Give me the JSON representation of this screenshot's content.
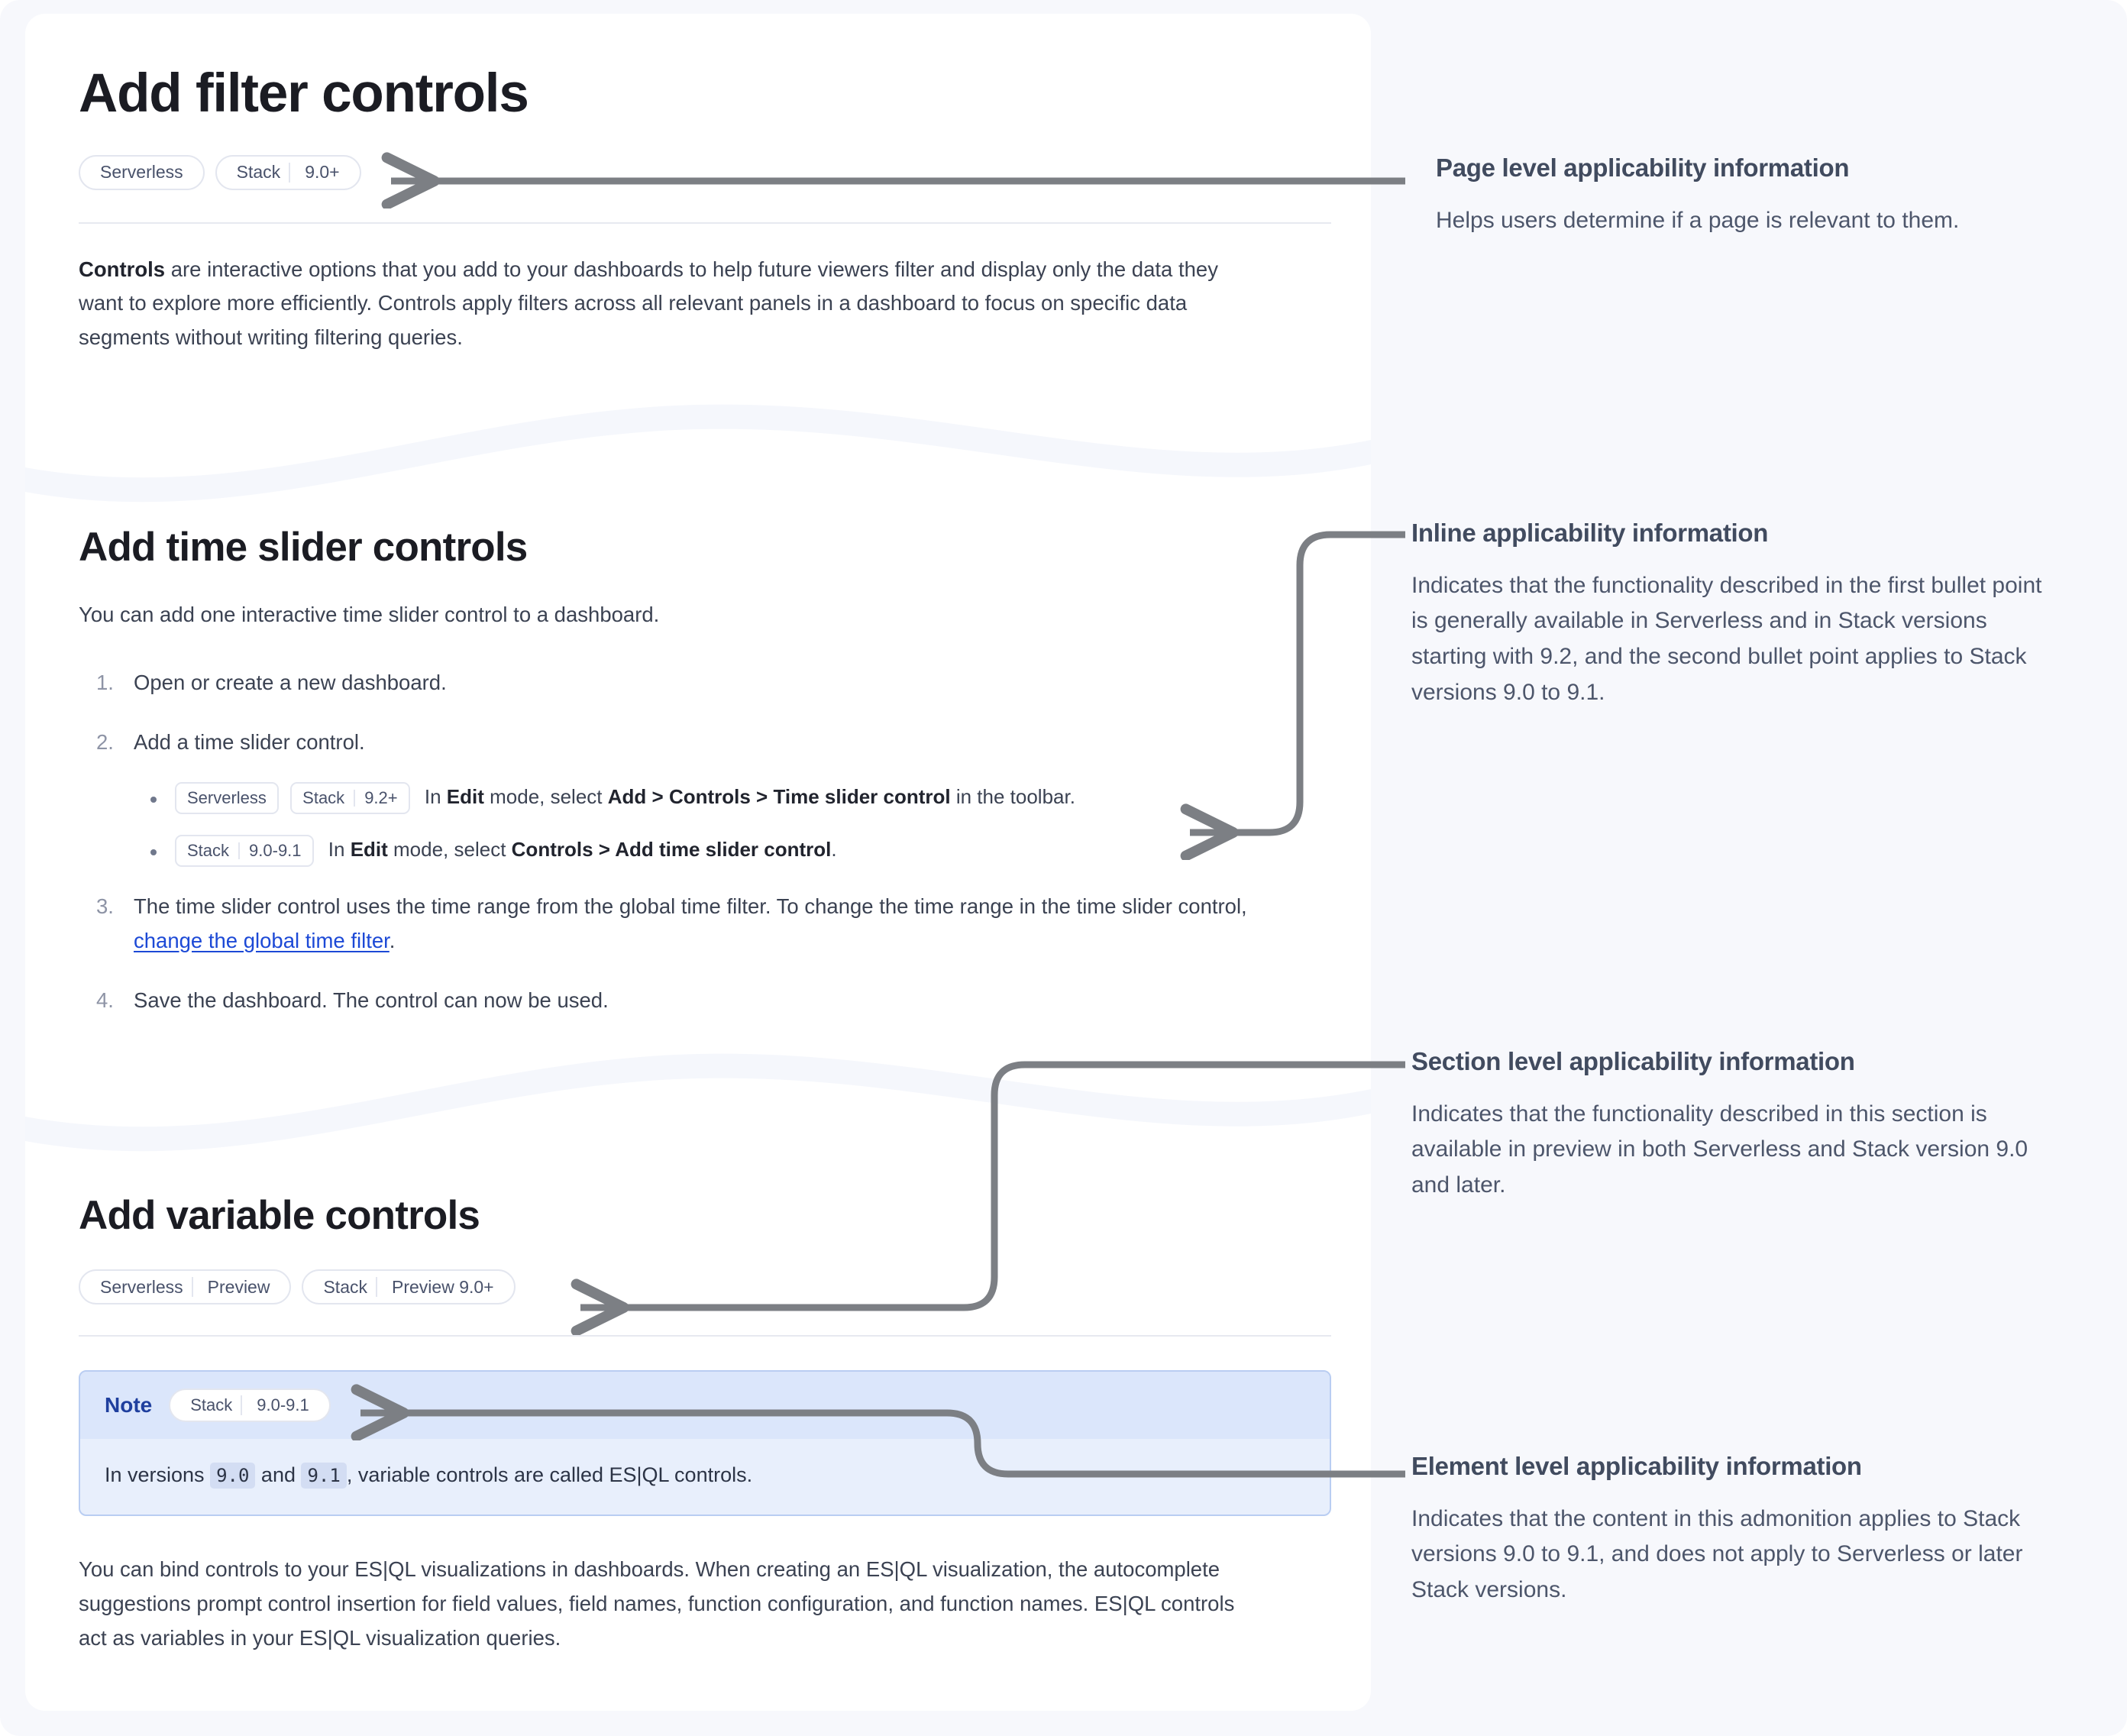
{
  "page": {
    "title": "Add filter controls",
    "applicability": [
      {
        "type": "pill",
        "segments": [
          "Serverless"
        ]
      },
      {
        "type": "pill",
        "segments": [
          "Stack",
          "9.0+"
        ]
      }
    ],
    "intro_lead": "Controls",
    "intro_rest": " are interactive options that you add to your dashboards to help future viewers filter and display only the data they want to explore more efficiently. Controls apply filters across all relevant panels in a dashboard to focus on specific data segments without writing filtering queries."
  },
  "section_time_slider": {
    "heading": "Add time slider controls",
    "lead": "You can add one interactive time slider control to a dashboard.",
    "steps": [
      {
        "text": "Open or create a new dashboard."
      },
      {
        "text": "Add a time slider control.",
        "bullets": [
          {
            "tags": [
              {
                "segments": [
                  "Serverless"
                ]
              },
              {
                "segments": [
                  "Stack",
                  "9.2+"
                ]
              }
            ],
            "parts": [
              {
                "t": "In ",
                "b": false
              },
              {
                "t": "Edit",
                "b": true
              },
              {
                "t": " mode, select ",
                "b": false
              },
              {
                "t": "Add",
                "b": true
              },
              {
                "t": " > ",
                "b": true
              },
              {
                "t": "Controls",
                "b": true
              },
              {
                "t": " > ",
                "b": true
              },
              {
                "t": "Time slider control",
                "b": true
              },
              {
                "t": " in the toolbar.",
                "b": false
              }
            ]
          },
          {
            "tags": [
              {
                "segments": [
                  "Stack",
                  "9.0-9.1"
                ]
              }
            ],
            "parts": [
              {
                "t": "In ",
                "b": false
              },
              {
                "t": "Edit",
                "b": true
              },
              {
                "t": " mode, select ",
                "b": false
              },
              {
                "t": "Controls",
                "b": true
              },
              {
                "t": " > ",
                "b": true
              },
              {
                "t": "Add time slider control",
                "b": true
              },
              {
                "t": ".",
                "b": false
              }
            ]
          }
        ]
      },
      {
        "text_before_link": "The time slider control uses the time range from the global time filter. To change the time range in the time slider control, ",
        "link_text": "change the global time filter",
        "text_after_link": "."
      },
      {
        "text": "Save the dashboard. The control can now be used."
      }
    ]
  },
  "section_variable": {
    "heading": "Add variable controls",
    "applicability": [
      {
        "segments": [
          "Serverless",
          "Preview"
        ]
      },
      {
        "segments": [
          "Stack",
          "Preview 9.0+"
        ]
      }
    ],
    "note": {
      "label": "Note",
      "tag": {
        "segments": [
          "Stack",
          "9.0-9.1"
        ]
      },
      "body_parts": [
        {
          "t": "In versions ",
          "code": false
        },
        {
          "t": "9.0",
          "code": true
        },
        {
          "t": " and ",
          "code": false
        },
        {
          "t": "9.1",
          "code": true
        },
        {
          "t": ", variable controls are called ES|QL controls.",
          "code": false
        }
      ]
    },
    "paragraph": "You can bind controls to your ES|QL visualizations in dashboards. When creating an ES|QL visualization, the autocomplete suggestions prompt control insertion for field values, field names, function configuration, and function names. ES|QL controls act as variables in your ES|QL visualization queries."
  },
  "annotations": [
    {
      "id": "page-level",
      "title": "Page level applicability information",
      "body": "Helps users determine if a page is relevant to them."
    },
    {
      "id": "inline",
      "title": "Inline applicability information",
      "body": "Indicates that the functionality described in the first bullet point is generally available in Serverless and in Stack versions starting with 9.2, and the second bullet point applies to Stack versions 9.0 to 9.1."
    },
    {
      "id": "section-level",
      "title": "Section level applicability information",
      "body": "Indicates that the functionality described in this section is available in preview in both Serverless and Stack version 9.0 and later."
    },
    {
      "id": "element-level",
      "title": "Element level applicability information",
      "body": "Indicates that the content in this admonition applies to Stack versions 9.0 to 9.1, and does not apply to Serverless or later Stack versions."
    }
  ],
  "colors": {
    "page_background": "#f7f8fc",
    "card_background": "#ffffff",
    "wave": "#f5f7fc",
    "badge_border": "#e3e6ef",
    "badge_text": "#49526b",
    "link": "#1c49d6",
    "note_border": "#b9cdf2",
    "note_head": "#dbe6fb",
    "note_body": "#e8effc",
    "note_title": "#1f3f9e",
    "arrow": "#7c7f84",
    "annotation_title": "#414b5f",
    "annotation_body": "#4d566b"
  }
}
